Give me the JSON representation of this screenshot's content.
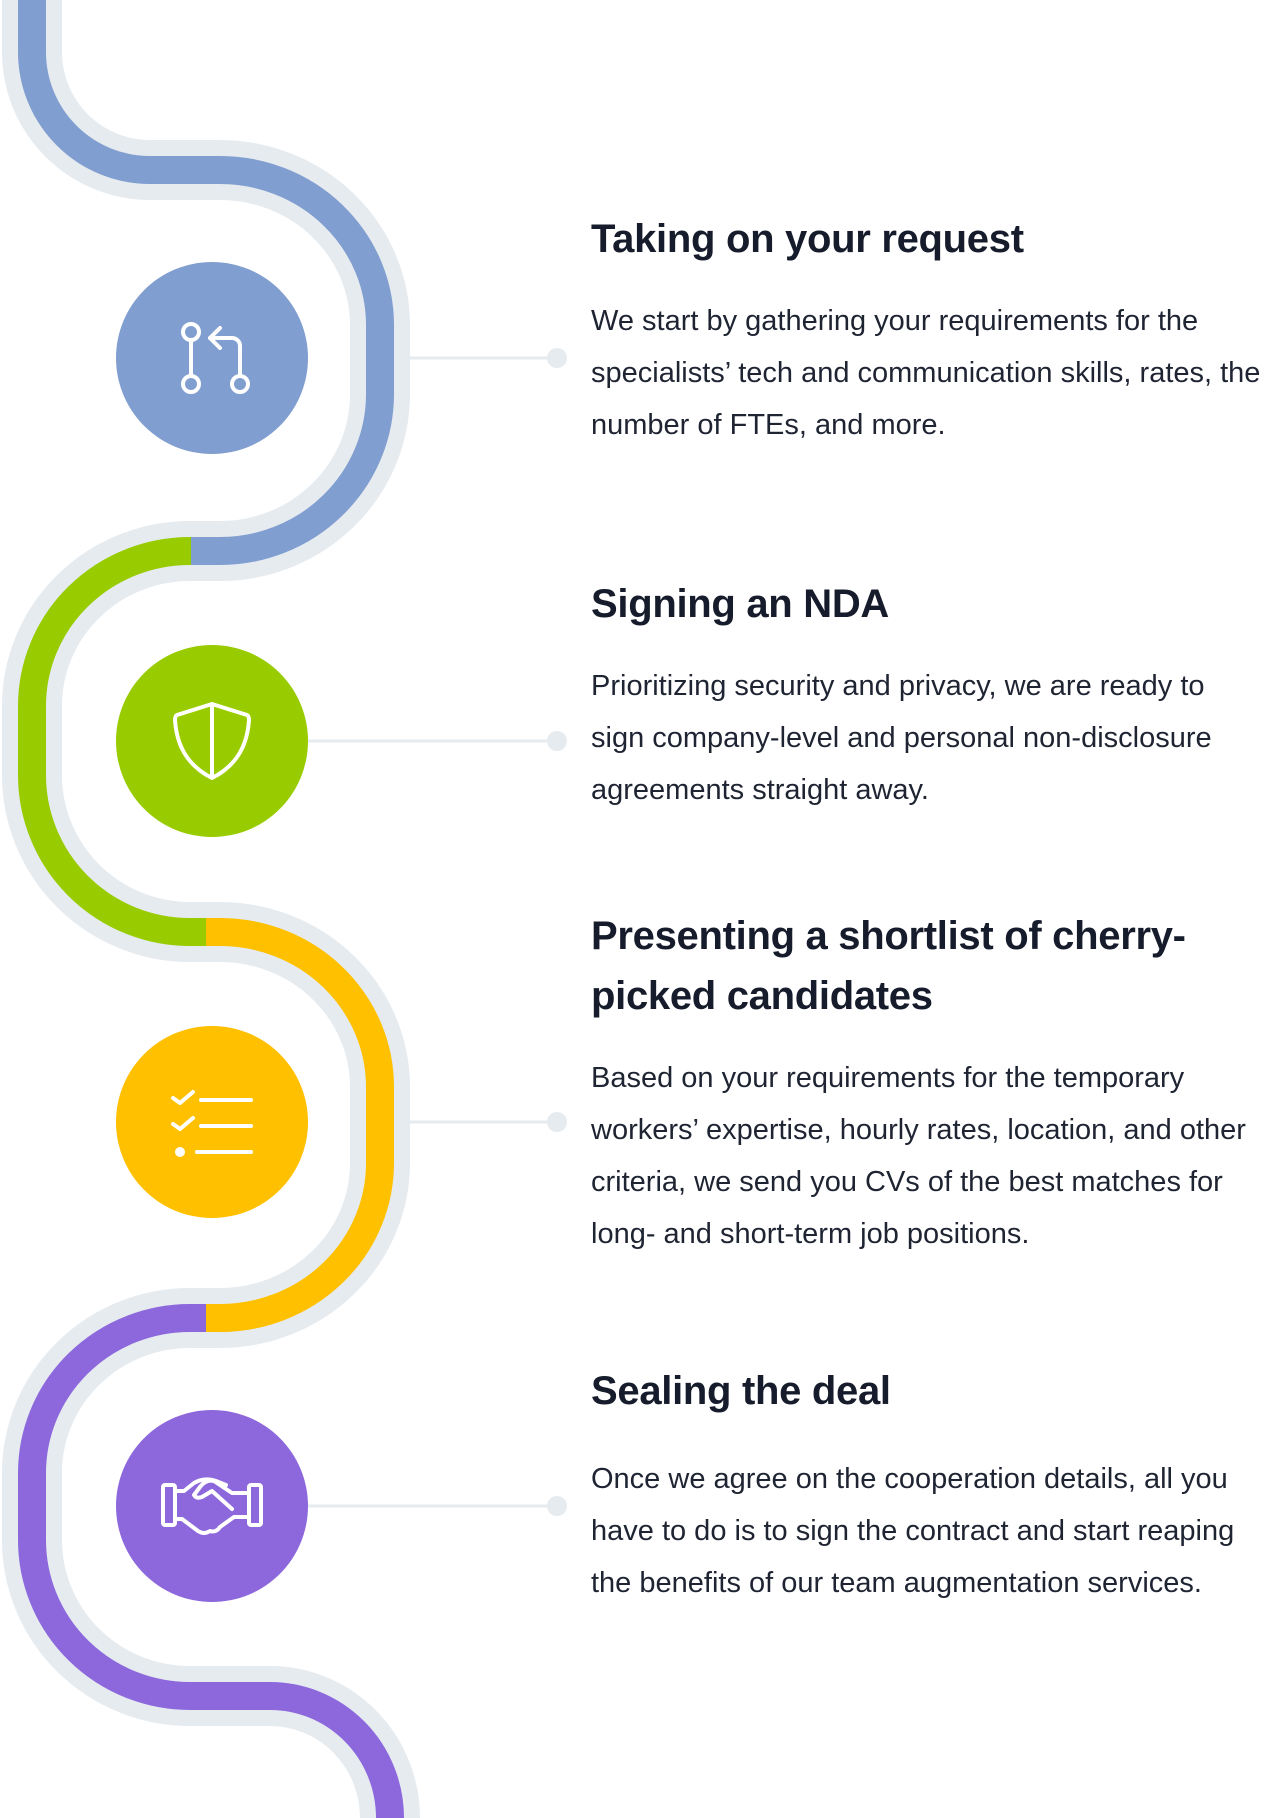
{
  "colors": {
    "track_bg": "#e6ebf0",
    "blue": "#819ed0",
    "green": "#99cc00",
    "yellow": "#ffc000",
    "purple": "#8c68dc",
    "text": "#161c2b"
  },
  "steps": [
    {
      "icon": "git-pull-request-icon",
      "title": "Taking on your request",
      "body": "We start by gathering your requirements for the specialists’ tech and communication skills, rates, the number of FTEs, and more."
    },
    {
      "icon": "shield-icon",
      "title": "Signing an NDA",
      "body": "Prioritizing security and privacy, we are ready to sign company-level and personal non-disclosure agreements straight away."
    },
    {
      "icon": "checklist-icon",
      "title": "Presenting a shortlist of cherry-picked candidates",
      "body": "Based on your requirements for the temporary workers’ expertise, hourly rates, location, and other criteria, we send you CVs of the best matches for long- and short-term job positions."
    },
    {
      "icon": "handshake-icon",
      "title": "Sealing the deal",
      "body": "Once we agree on the cooperation details, all you have to do is to sign the contract and start reaping the benefits of our team augmentation services."
    }
  ]
}
